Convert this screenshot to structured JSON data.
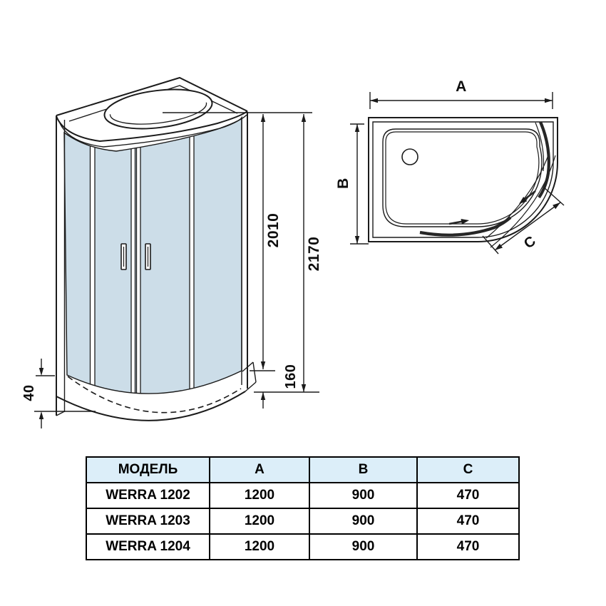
{
  "front_view": {
    "dim_door_height": "2010",
    "dim_total_height": "2170",
    "dim_tray_height": "160",
    "dim_base_height": "40"
  },
  "top_view": {
    "dim_width_label": "A",
    "dim_depth_label": "B",
    "dim_corner_label": "C"
  },
  "table": {
    "headers": {
      "model": "МОДЕЛЬ",
      "a": "A",
      "b": "B",
      "c": "C"
    },
    "rows": [
      {
        "model": "WERRA 1202",
        "a": "1200",
        "b": "900",
        "c": "470"
      },
      {
        "model": "WERRA 1203",
        "a": "1200",
        "b": "900",
        "c": "470"
      },
      {
        "model": "WERRA 1204",
        "a": "1200",
        "b": "900",
        "c": "470"
      }
    ]
  },
  "colors": {
    "line": "#1b1b1b",
    "glass": "#ccdde8",
    "table_header_bg": "#dceef9"
  }
}
